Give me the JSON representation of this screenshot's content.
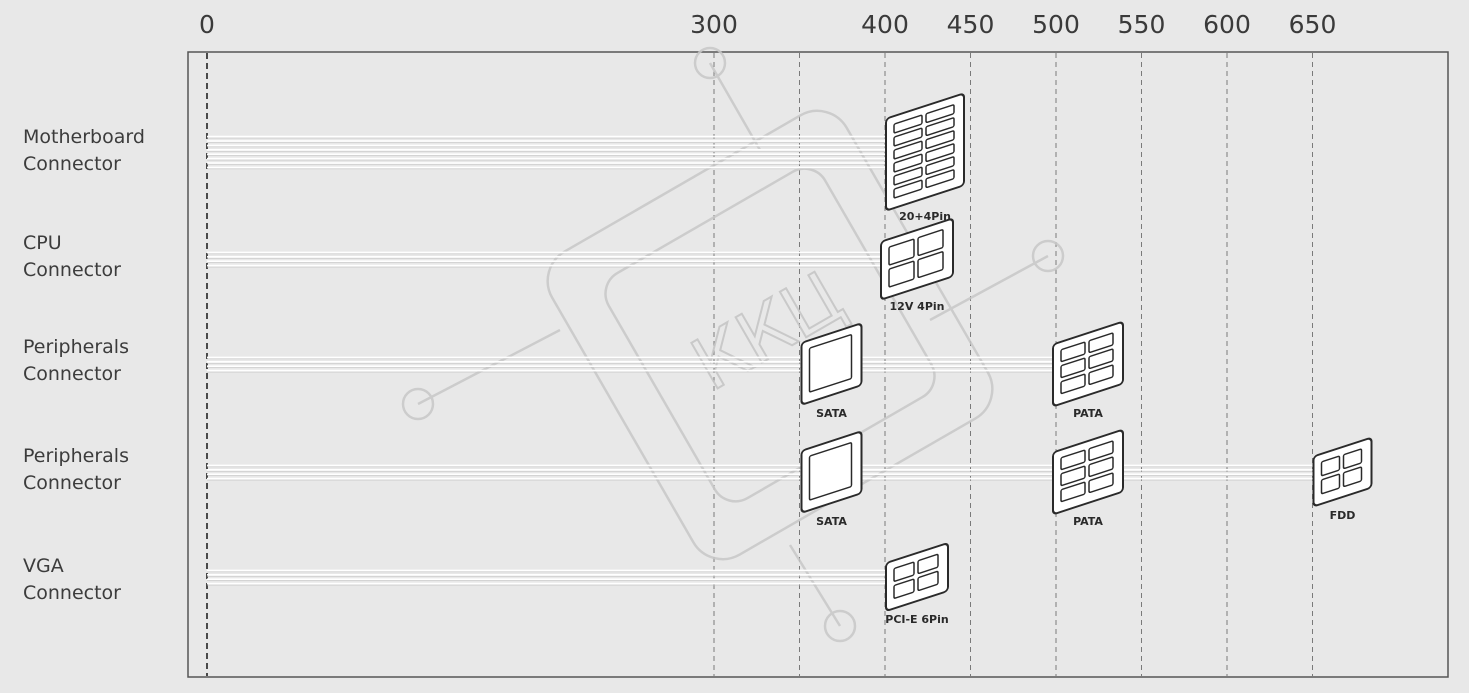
{
  "ticks": [
    {
      "value": 0,
      "label": "0"
    },
    {
      "value": 300,
      "label": "300"
    },
    {
      "value": 350,
      "label": ""
    },
    {
      "value": 400,
      "label": "400"
    },
    {
      "value": 450,
      "label": "450"
    },
    {
      "value": 500,
      "label": "500"
    },
    {
      "value": 550,
      "label": "550"
    },
    {
      "value": 600,
      "label": "600"
    },
    {
      "value": 650,
      "label": "650"
    }
  ],
  "rows": [
    {
      "label_line1": "Motherboard",
      "label_line2": "Connector",
      "cable_end": 400,
      "connectors": [
        {
          "type": "atx",
          "position": 400,
          "label": "20+4Pin"
        }
      ]
    },
    {
      "label_line1": "CPU",
      "label_line2": "Connector",
      "cable_end": 400,
      "connectors": [
        {
          "type": "cpu",
          "position": 400,
          "label": "12V 4Pin"
        }
      ]
    },
    {
      "label_line1": "Peripherals",
      "label_line2": "Connector",
      "cable_end": 500,
      "connectors": [
        {
          "type": "sata",
          "position": 350,
          "label": "SATA"
        },
        {
          "type": "pata",
          "position": 500,
          "label": "PATA"
        }
      ]
    },
    {
      "label_line1": "Peripherals",
      "label_line2": "Connector",
      "cable_end": 650,
      "connectors": [
        {
          "type": "sata",
          "position": 350,
          "label": "SATA"
        },
        {
          "type": "pata",
          "position": 500,
          "label": "PATA"
        },
        {
          "type": "fdd",
          "position": 650,
          "label": "FDD"
        }
      ]
    },
    {
      "label_line1": "VGA",
      "label_line2": "Connector",
      "cable_end": 400,
      "connectors": [
        {
          "type": "pcie",
          "position": 400,
          "label": "PCI-E 6Pin"
        }
      ]
    }
  ],
  "watermark": "ККЦ",
  "colors": {
    "background": "#e8e8e8",
    "frame": "#555555",
    "grid": "#7a7a7a",
    "cable": "#ffffff",
    "connector": "#2a2a2a"
  }
}
